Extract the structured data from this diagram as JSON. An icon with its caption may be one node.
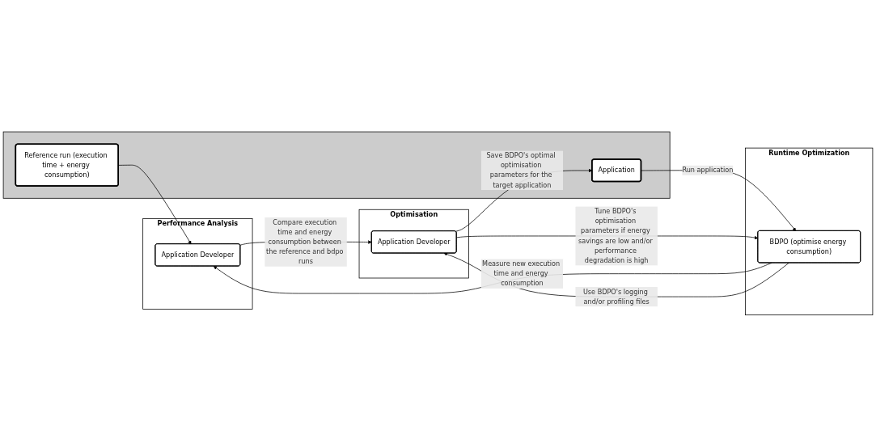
{
  "diagram": {
    "nodes": [
      {
        "text": [],
        "shape": "bar"
      },
      {
        "text": [
          "Reference run (execution time + energy consumption)"
        ],
        "in": 0
      },
      {
        "text": [
          "Application"
        ],
        "in": 0
      },
      {
        "text": [
          "Runtime Optimization"
        ]
      },
      {
        "text": [
          "BDPO (optimise energy consumption)"
        ],
        "in": 3
      },
      {
        "text": [
          "Performance Analysis"
        ]
      },
      {
        "text": [
          "Application Developer"
        ],
        "in": 5
      },
      {
        "text": [
          "Optimisation"
        ]
      },
      {
        "text": [
          "Application Developer"
        ],
        "in": 7
      }
    ],
    "edges": [
      {
        "from": 1,
        "to": 6,
        "arrow": "to"
      },
      {
        "from": 2,
        "to": 4,
        "arrow": "to",
        "label": "Run application"
      },
      {
        "from": 4,
        "to": 6,
        "arrow": "to",
        "label": "Measure new execution time and energy consumption"
      },
      {
        "from": 4,
        "to": 8,
        "arrow": "to",
        "label": "Use BDPO's logging and/or profiling files"
      },
      {
        "from": 6,
        "to": 8,
        "arrow": "to",
        "label": "Compare execution time and energy consumption between the reference and bdpo runs"
      },
      {
        "from": 8,
        "to": 4,
        "arrow": "to",
        "label": "Tune BDPO's optimisation parameters if energy savings are low and/or performance degradation is high"
      },
      {
        "from": 8,
        "to": 2,
        "arrow": "to",
        "label": "Save BDPO's optimal optimisation parameters for the target application"
      }
    ]
  }
}
